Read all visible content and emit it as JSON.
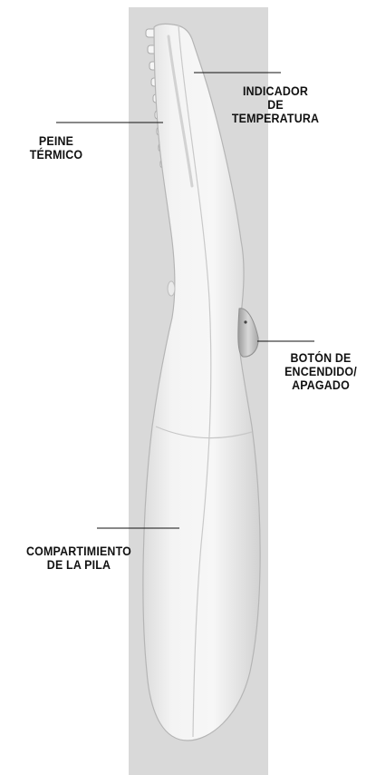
{
  "diagram": {
    "callouts": {
      "indicator": {
        "lines": [
          "INDICADOR",
          "DE",
          "TEMPERATURA"
        ]
      },
      "comb": {
        "lines": [
          "PEINE",
          "TÉRMICO"
        ]
      },
      "button": {
        "lines": [
          "BOTÓN DE",
          "ENCENDIDO/",
          "APAGADO"
        ]
      },
      "battery": {
        "lines": [
          "COMPARTIMIENTO",
          "DE LA PILA"
        ]
      }
    },
    "colors": {
      "backdrop": "#d9d9d9",
      "device_body": "#eeeeee",
      "device_outline": "#b8b8b8",
      "button": "#bfbfbf",
      "leader_line": "#111111",
      "label_text": "#111111"
    }
  }
}
